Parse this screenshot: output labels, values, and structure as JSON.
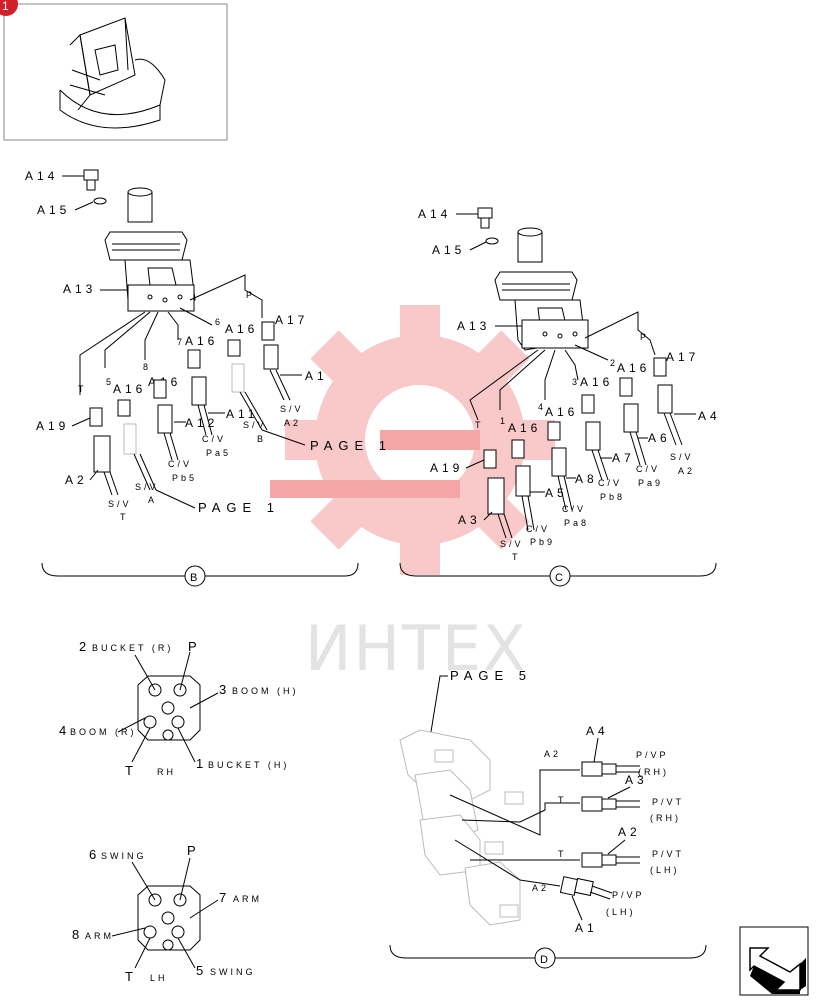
{
  "thumbnail_marker": "1",
  "watermark": {
    "text": "ИНТЕХ"
  },
  "group_b": {
    "badge": "B",
    "callouts": {
      "a14": "A14",
      "a15": "A15",
      "a13": "A13",
      "a17": "A17",
      "a16_1": "A16",
      "a16_2": "A16",
      "a16_3": "A16",
      "a16_4": "A16",
      "a19": "A19",
      "a2": "A2",
      "a1": "A1",
      "a11": "A11",
      "a12": "A12"
    },
    "ports": {
      "p": "P",
      "p6": "6",
      "p7": "7",
      "p8": "8",
      "p5": "5",
      "pt": "T"
    },
    "lines": {
      "sv_t_1": "S/V",
      "sv_t_2": "T",
      "sv_a_1": "S/V",
      "sv_a_2": "A",
      "cv_pb5_1": "C/V",
      "cv_pb5_2": "Pb5",
      "cv_pa5_1": "C/V",
      "cv_pa5_2": "Pa5",
      "sv_b_1": "S/V",
      "sv_b_2": "B",
      "sv_a2_1": "S/V",
      "sv_a2_2": "A2"
    },
    "page_ref_1": "PAGE 1",
    "page_ref_2": "PAGE 1"
  },
  "group_c": {
    "badge": "C",
    "callouts": {
      "a14": "A14",
      "a15": "A15",
      "a13": "A13",
      "a17": "A17",
      "a16_1": "A16",
      "a16_2": "A16",
      "a16_3": "A16",
      "a16_4": "A16",
      "a19": "A19",
      "a3": "A3",
      "a4": "A4",
      "a5": "A5",
      "a6": "A6",
      "a7": "A7",
      "a8": "A8"
    },
    "ports": {
      "p": "P",
      "p1": "1",
      "p2": "2",
      "p3": "3",
      "p4": "4",
      "pt": "T"
    },
    "lines": {
      "sv_t_1": "S/V",
      "sv_t_2": "T",
      "cv_pb9_1": "C/V",
      "cv_pb9_2": "Pb9",
      "cv_pa8_1": "C/V",
      "cv_pa8_2": "Pa8",
      "cv_pb8_1": "C/V",
      "cv_pb8_2": "Pb8",
      "cv_pa9_1": "C/V",
      "cv_pa9_2": "Pa9",
      "sv_a2_1": "S/V",
      "sv_a2_2": "A2"
    }
  },
  "port_map_1": {
    "p2_num": "2",
    "p2_txt": "BUCKET (R)",
    "p_num": "P",
    "p3_num": "3",
    "p3_txt": "BOOM (H)",
    "p4_num": "4",
    "p4_txt": "BOOM (R)",
    "t_num": "T",
    "t_txt": "RH",
    "p1_num": "1",
    "p1_txt": "BUCKET (H)"
  },
  "port_map_2": {
    "p6_num": "6",
    "p6_txt": "SWING",
    "p_num": "P",
    "p7_num": "7",
    "p7_txt": "ARM",
    "p8_num": "8",
    "p8_txt": "ARM",
    "t_num": "T",
    "t_txt": "LH",
    "p5_num": "5",
    "p5_txt": "SWING"
  },
  "group_d": {
    "badge": "D",
    "page_ref": "PAGE 5",
    "a4": "A4",
    "a3": "A3",
    "a2": "A2",
    "a1": "A1",
    "a2_left_1": "A2",
    "t_left_1": "T",
    "t_left_2": "T",
    "a2_left_2": "A2",
    "pvp_rh_1": "P/VP",
    "pvp_rh_2": "(RH)",
    "pvt_rh_1": "P/VT",
    "pvt_rh_2": "(RH)",
    "pvt_lh_1": "P/VT",
    "pvt_lh_2": "(LH)",
    "pvp_lh_1": "P/VP",
    "pvp_lh_2": "(LH)"
  },
  "nav_icon": "next-page-arrow-icon"
}
